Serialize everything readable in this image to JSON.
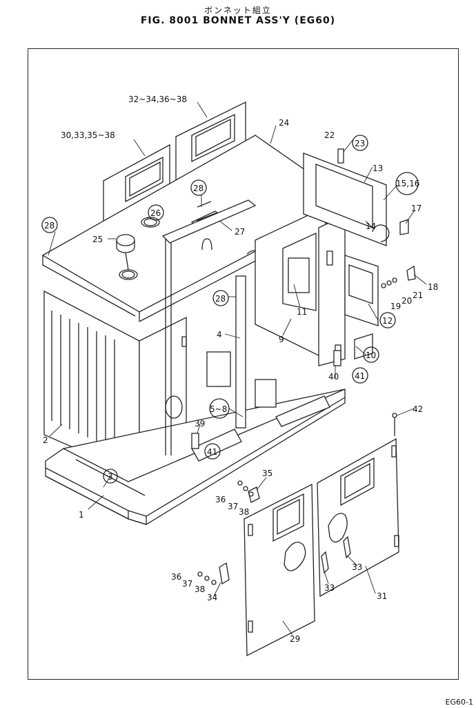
{
  "title": {
    "jp": "ボンネット組立",
    "main": "FIG. 8001  BONNET ASS'Y (EG60)"
  },
  "footer_code": "EG60-1",
  "labels": {
    "l1": "1",
    "l2": "2",
    "l3": "3",
    "l4": "4",
    "l5_8": "5~8",
    "l9": "9",
    "l10": "10",
    "l11": "11",
    "l12": "12",
    "l13": "13",
    "l14": "14",
    "l15_16": "15,16",
    "l17": "17",
    "l18": "18",
    "l19": "19",
    "l20": "20",
    "l21": "21",
    "l22": "22",
    "l23": "23",
    "l24": "24",
    "l25": "25",
    "l26": "26",
    "l27": "27",
    "l28a": "28",
    "l28b": "28",
    "l28c": "28",
    "l29": "29",
    "l30": "30,33,35~38",
    "l31": "31",
    "l32": "32~34,36~38",
    "l33a": "33",
    "l33b": "33",
    "l34": "34",
    "l35": "35",
    "l36a": "36",
    "l37a": "37",
    "l38a": "38",
    "l36b": "36",
    "l37b": "37",
    "l38b": "38",
    "l39": "39",
    "l40": "40",
    "l41a": "41",
    "l41b": "41",
    "l42": "42"
  }
}
